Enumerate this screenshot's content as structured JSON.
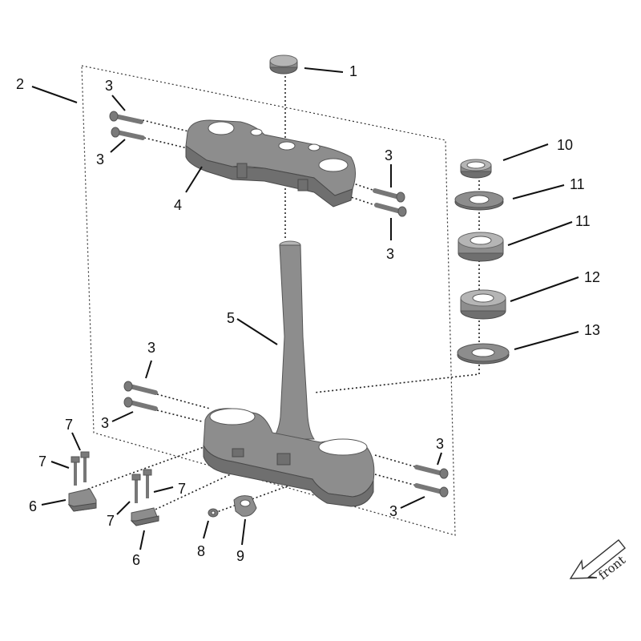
{
  "diagram": {
    "part_numbers": [
      "1",
      "2",
      "3",
      "4",
      "5",
      "6",
      "7",
      "8",
      "9",
      "10",
      "11",
      "12",
      "13"
    ],
    "callouts": [
      {
        "id": "c1",
        "text": "1"
      },
      {
        "id": "c2",
        "text": "2"
      },
      {
        "id": "c3a",
        "text": "3"
      },
      {
        "id": "c3b",
        "text": "3"
      },
      {
        "id": "c3c",
        "text": "3"
      },
      {
        "id": "c3d",
        "text": "3"
      },
      {
        "id": "c3e",
        "text": "3"
      },
      {
        "id": "c3f",
        "text": "3"
      },
      {
        "id": "c3g",
        "text": "3"
      },
      {
        "id": "c3h",
        "text": "3"
      },
      {
        "id": "c4",
        "text": "4"
      },
      {
        "id": "c5",
        "text": "5"
      },
      {
        "id": "c6a",
        "text": "6"
      },
      {
        "id": "c6b",
        "text": "6"
      },
      {
        "id": "c7a",
        "text": "7"
      },
      {
        "id": "c7b",
        "text": "7"
      },
      {
        "id": "c7c",
        "text": "7"
      },
      {
        "id": "c7d",
        "text": "7"
      },
      {
        "id": "c8",
        "text": "8"
      },
      {
        "id": "c9",
        "text": "9"
      },
      {
        "id": "c10",
        "text": "10"
      },
      {
        "id": "c11a",
        "text": "11"
      },
      {
        "id": "c11b",
        "text": "11"
      },
      {
        "id": "c12",
        "text": "12"
      },
      {
        "id": "c13",
        "text": "13"
      }
    ],
    "front_label": "front",
    "colors": {
      "metal": "#8d8d8d",
      "metal_dark": "#6f6f6f",
      "line": "#111111",
      "background": "#ffffff"
    }
  }
}
